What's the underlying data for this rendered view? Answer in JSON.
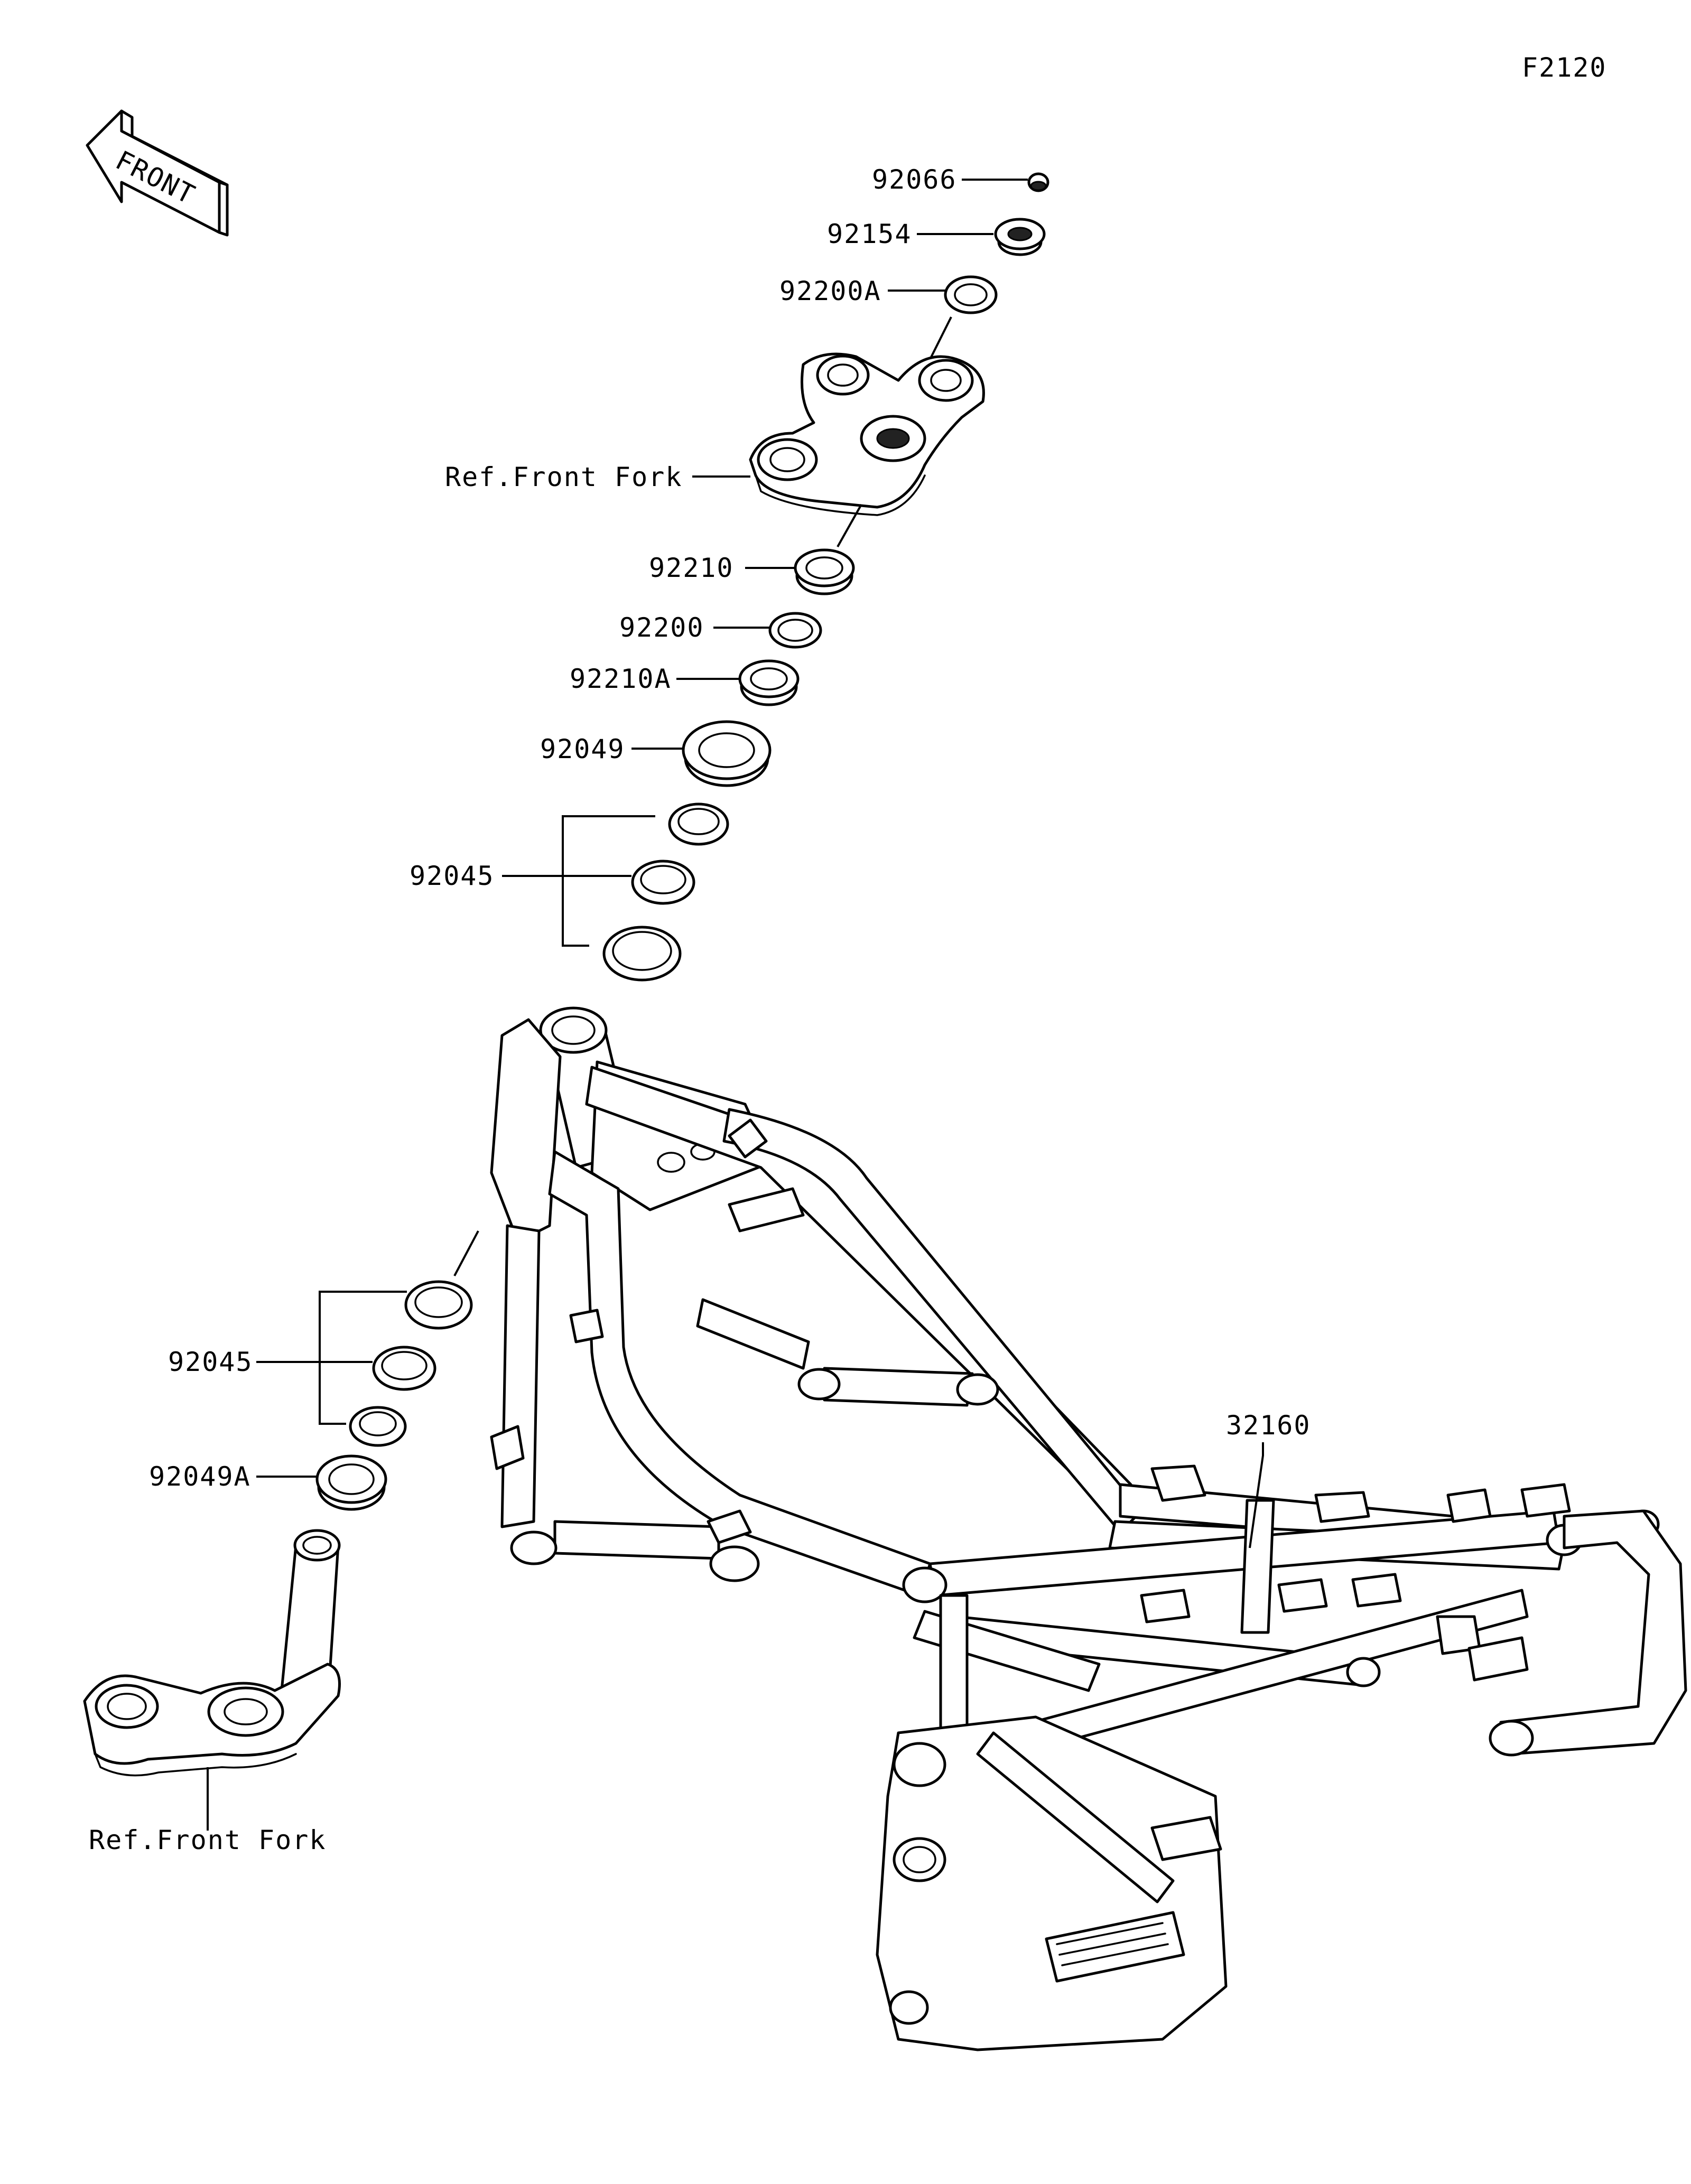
{
  "figure_code": "F2120",
  "front_arrow_text": "FRONT",
  "callouts": {
    "p92066": "92066",
    "p92154": "92154",
    "p92200a": "92200A",
    "ref_front_fork_top": "Ref.Front Fork",
    "p92210": "92210",
    "p92200": "92200",
    "p92210a": "92210A",
    "p92049": "92049",
    "p92045_upper": "92045",
    "p92045_lower": "92045",
    "p92049a": "92049A",
    "ref_front_fork_bottom": "Ref.Front Fork",
    "p32160": "32160"
  }
}
